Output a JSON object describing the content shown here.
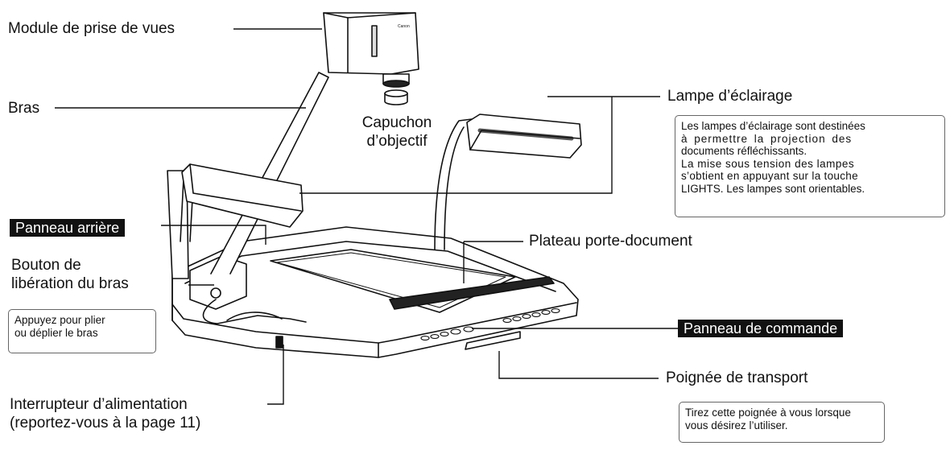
{
  "labels": {
    "camera_module": "Module de prise de vues",
    "arm": "Bras",
    "lens_cap_line1": "Capuchon",
    "lens_cap_line2": "d’objectif",
    "lamp": "Lampe d’éclairage",
    "rear_panel": "Panneau arrière",
    "release_button_line1": "Bouton de",
    "release_button_line2": "libération du bras",
    "document_stage": "Plateau porte-document",
    "control_panel": "Panneau de commande",
    "carrying_handle": "Poignée de transport",
    "power_switch_line1": "Interrupteur d’alimentation",
    "power_switch_line2": "(reportez-vous à la page 11)"
  },
  "notes": {
    "lamp_note_line1": "Les lampes d’éclairage sont destinées",
    "lamp_note_line2": "à permettre la projection des",
    "lamp_note_line3": "documents réfléchissants.",
    "lamp_note_line4": "La mise sous tension des lampes",
    "lamp_note_line5": "s’obtient en appuyant sur la touche",
    "lamp_note_line6": "LIGHTS. Les lampes sont orientables.",
    "arm_note_line1": "Appuyez pour plier",
    "arm_note_line2": "ou déplier le bras",
    "handle_note_line1": "Tirez cette poignée à vous lorsque",
    "handle_note_line2": "vous désirez l’utiliser."
  },
  "device": {
    "brand_text": "Canon"
  }
}
